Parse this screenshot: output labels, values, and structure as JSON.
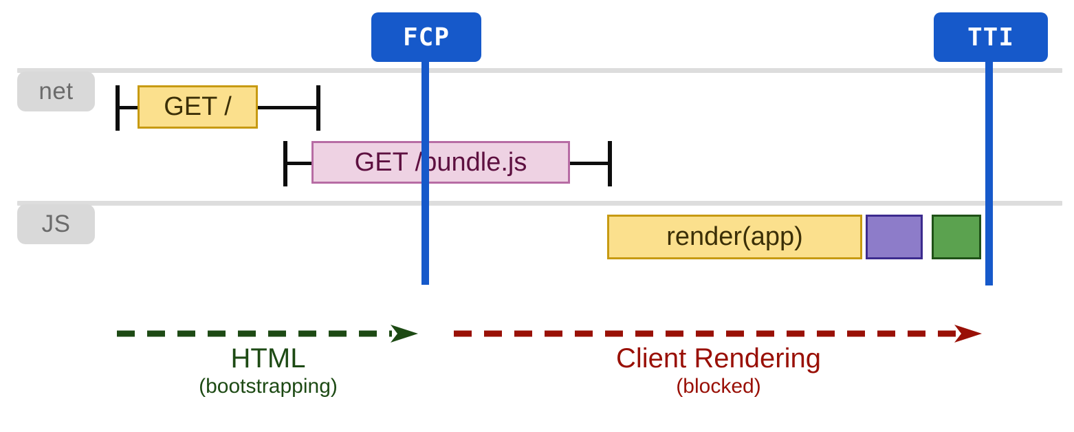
{
  "diagram": {
    "title": "Client-side rendering page load timeline",
    "colors": {
      "marker_blue": "#1659ca",
      "track_gray": "#dddddd",
      "tab_gray": "#d9d9d9",
      "yellow_fill": "#fbe08d",
      "yellow_border": "#c79a12",
      "pink_fill": "#eed2e3",
      "pink_border": "#b76ca4",
      "purple_fill": "#8d7cc9",
      "purple_border": "#3c2b8e",
      "green_fill": "#5ba24f",
      "green_border": "#1f5117",
      "green_text": "#1d4a14",
      "red_text": "#991006"
    }
  },
  "markers": [
    {
      "id": "fcp",
      "label": "FCP"
    },
    {
      "id": "tti",
      "label": "TTI"
    }
  ],
  "tracks": [
    {
      "id": "net",
      "label": "net"
    },
    {
      "id": "js",
      "label": "JS"
    }
  ],
  "bars": [
    {
      "id": "get-root",
      "label": "GET /",
      "track": "net",
      "style": "yellow"
    },
    {
      "id": "get-bundle",
      "label": "GET /bundle.js",
      "track": "net",
      "style": "pink"
    },
    {
      "id": "render-app",
      "label": "render(app)",
      "track": "js",
      "style": "yellow"
    },
    {
      "id": "task-purple",
      "label": "",
      "track": "js",
      "style": "purple"
    },
    {
      "id": "task-green",
      "label": "",
      "track": "js",
      "style": "green"
    }
  ],
  "phases": [
    {
      "id": "html",
      "main": "HTML",
      "sub": "(bootstrapping)",
      "color": "green"
    },
    {
      "id": "client",
      "main": "Client Rendering",
      "sub": "(blocked)",
      "color": "red"
    }
  ]
}
